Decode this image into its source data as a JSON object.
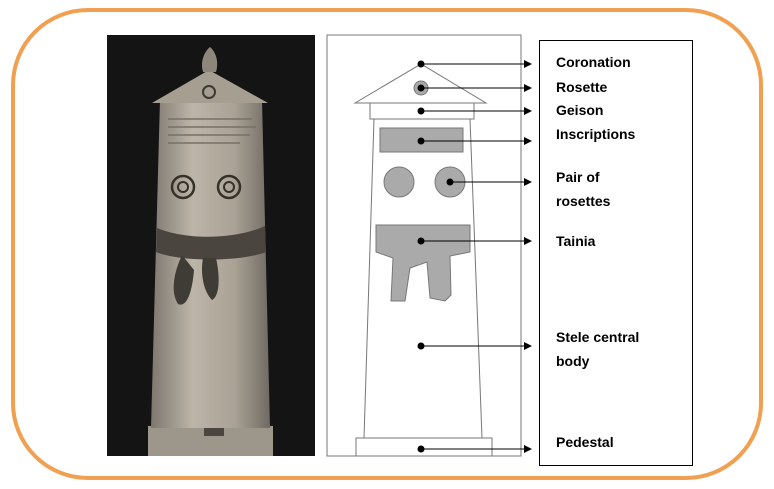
{
  "colors": {
    "frame": "#F0A050",
    "stele_fill": "#aaaaaa",
    "photo_bg": "#141414",
    "stone_light": "#bdb5a8",
    "stone_dark": "#6f6a62",
    "label_text": "#000000"
  },
  "labels": {
    "coronation": "Coronation",
    "rosette": "Rosette",
    "geison": "Geison",
    "inscriptions": "Inscriptions",
    "pair_of_rosettes_line1": "Pair of",
    "pair_of_rosettes_line2": "rosettes",
    "tainia": "Tainia",
    "stele_body_line1": "Stele central",
    "stele_body_line2": "body",
    "pedestal": "Pedestal"
  }
}
